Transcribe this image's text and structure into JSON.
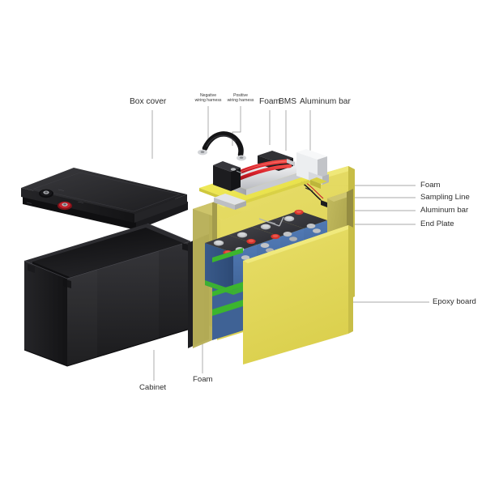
{
  "diagram": {
    "title": "Battery pack exploded view",
    "background_color": "#ffffff",
    "component_count": 10
  },
  "labels": {
    "box_cover": "Box cover",
    "negative_harness_line1": "Negative",
    "negative_harness_line2": "wiring harness",
    "positive_harness_line1": "Positive",
    "positive_harness_line2": "wiring harness",
    "foam_top": "Foam",
    "bms": "BMS",
    "aluminum_bar_top": "Aluminum bar",
    "foam_right": "Foam",
    "sampling_line": "Sampling Line",
    "aluminum_bar_right": "Aluminum bar",
    "end_plate": "End Plate",
    "epoxy_board": "Epoxy board",
    "cabinet": "Cabinet",
    "foam_bottom": "Foam"
  },
  "colors": {
    "text": "#2e2e2e",
    "leader_line": "#8b8b8b",
    "case_black": "#1d1d1f",
    "case_black_mid": "#303033",
    "case_black_light": "#3c3c40",
    "terminal_red": "#c3202b",
    "terminal_black": "#141416",
    "foam_yellow": "#efe84a",
    "epoxy_yellow": "#e2d85a",
    "end_plate_olive": "#b5ad52",
    "cell_blue": "#4a6fa8",
    "cell_blue_dark": "#3a5a8c",
    "cell_top_gray": "#35353a",
    "separator_green": "#3cb52e",
    "aluminum_silver": "#d9dadd",
    "aluminum_white": "#f0f1f3",
    "cable_red": "#d8202a",
    "terminal_gray": "#b9bbbe"
  },
  "cells": {
    "count": 4,
    "body_color": "#4a6fa8",
    "top_color": "#35353a",
    "terminal_colors": [
      "#d8342c",
      "#b9bbbe"
    ]
  }
}
